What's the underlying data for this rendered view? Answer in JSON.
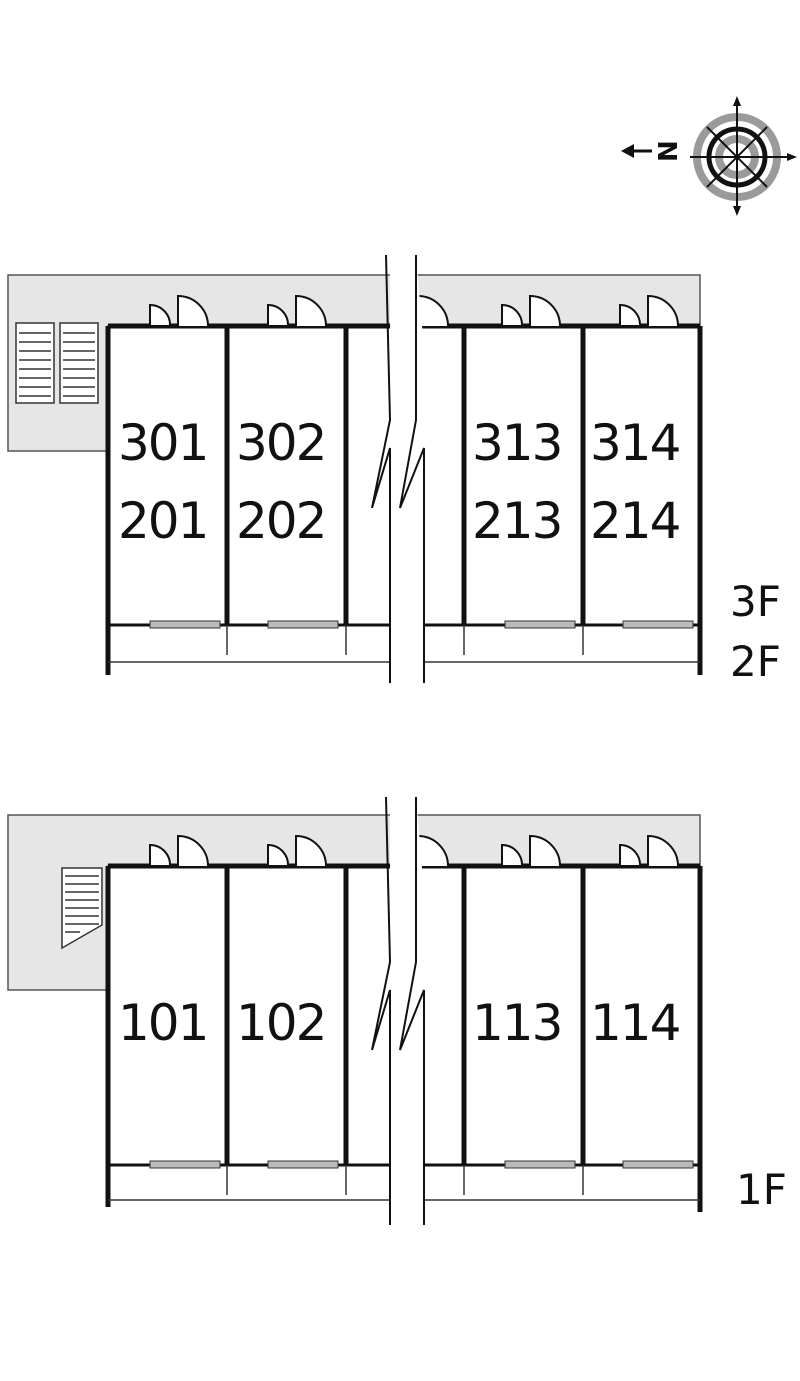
{
  "compass": {
    "north_letter": "N",
    "icon": "compass-icon"
  },
  "upper_block": {
    "floor_labels": [
      "3F",
      "2F"
    ],
    "units_top_row": [
      "301",
      "302",
      "313",
      "314"
    ],
    "units_bottom_row": [
      "201",
      "202",
      "213",
      "214"
    ]
  },
  "lower_block": {
    "floor_labels": [
      "1F"
    ],
    "units": [
      "101",
      "102",
      "113",
      "114"
    ]
  },
  "colors": {
    "corridor_fill": "#e6e6e6",
    "wall": "#111111",
    "compass_ring": "#9a9a9a"
  },
  "icons": [
    "stair-icon",
    "door-icon",
    "window-icon",
    "break-line-icon"
  ]
}
